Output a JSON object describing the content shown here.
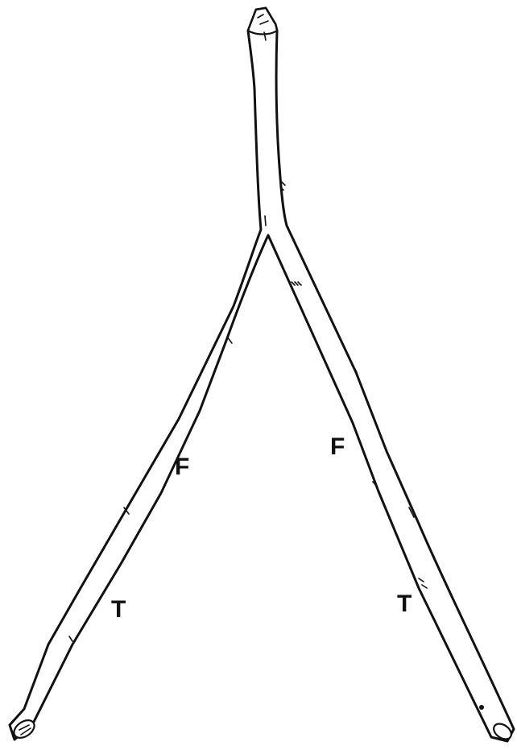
{
  "labels": {
    "left_f": "F",
    "left_t": "T",
    "right_f": "F",
    "right_t": "T"
  },
  "colors": {
    "ink": "#111111",
    "background": "#ffffff"
  }
}
